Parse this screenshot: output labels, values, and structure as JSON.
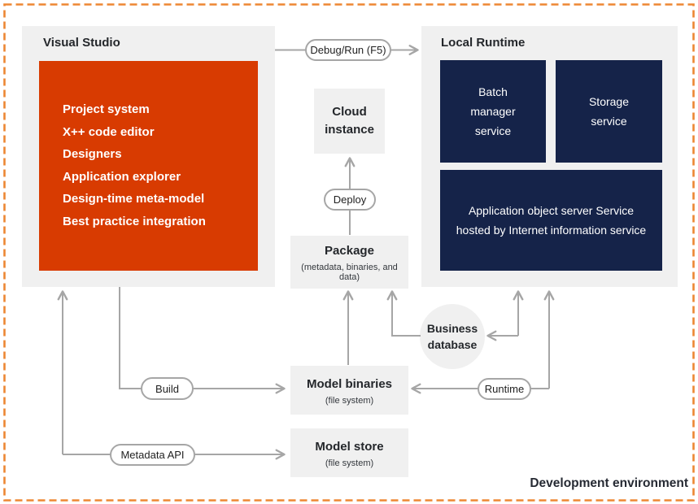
{
  "frame": {
    "label": "Development environment",
    "border_color": "#ED8733"
  },
  "colors": {
    "accent_orange": "#D83B01",
    "navy": "#152349",
    "panel_gray": "#F0F0F0",
    "line_gray": "#A6A6A6",
    "text_dark": "#24272B",
    "text_white": "#FFFFFF"
  },
  "visual_studio": {
    "title": "Visual Studio",
    "features": [
      "Project system",
      "X++ code editor",
      "Designers",
      "Application explorer",
      "Design-time meta-model",
      "Best practice integration"
    ]
  },
  "local_runtime": {
    "title": "Local Runtime",
    "batch_service": "Batch manager service",
    "storage_service": "Storage service",
    "aos_lines": [
      "Application object server Service",
      "hosted by Internet information service"
    ]
  },
  "nodes": {
    "cloud_instance": {
      "title": "Cloud instance"
    },
    "package": {
      "title": "Package",
      "subtitle": "(metadata, binaries, and data)"
    },
    "model_binaries": {
      "title": "Model binaries",
      "subtitle": "(file system)"
    },
    "model_store": {
      "title": "Model store",
      "subtitle": "(file system)"
    },
    "business_database": {
      "title": "Business database"
    }
  },
  "connectors": {
    "debug_run": "Debug/Run (F5)",
    "deploy": "Deploy",
    "build": "Build",
    "metadata_api": "Metadata API",
    "runtime": "Runtime"
  }
}
